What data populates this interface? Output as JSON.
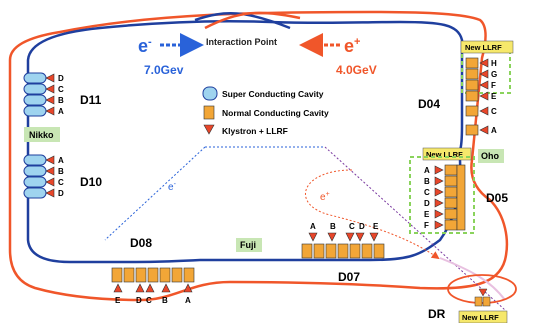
{
  "beams": {
    "electron": {
      "symbol": "e",
      "sup": "-",
      "energy": "7.0Gev",
      "color": "#2962d9"
    },
    "positron": {
      "symbol": "e",
      "sup": "+",
      "energy": "4.0GeV",
      "color": "#f0562a"
    }
  },
  "interaction_point": "Interaction Point",
  "sections": {
    "d11": "D11",
    "d10": "D10",
    "d08": "D08",
    "d07": "D07",
    "d04": "D04",
    "d05": "D05",
    "dr": "DR"
  },
  "stations": {
    "nikko": "Nikko",
    "fuji": "Fuji",
    "oho": "Oho"
  },
  "legend": {
    "sc_cavity": "Super Conducting Cavity",
    "nc_cavity": "Normal Conducting Cavity",
    "klystron": "Klystron + LLRF"
  },
  "new_llrf": "New LLRF",
  "slash_e_minus": {
    "symbol": "e",
    "sup": "-"
  },
  "slash_e_plus": {
    "symbol": "e",
    "sup": "+"
  },
  "d11_letters": [
    "D",
    "C",
    "B",
    "A"
  ],
  "d10_letters": [
    "A",
    "B",
    "C",
    "D"
  ],
  "d08_letters": [
    "E",
    "D",
    "C",
    "B",
    "A"
  ],
  "d07_letters": [
    "A",
    "B",
    "C",
    "D",
    "E"
  ],
  "d05_letters": [
    "A",
    "B",
    "C",
    "D",
    "E",
    "F"
  ],
  "oho_letters": [
    "H",
    "G",
    "F",
    "E",
    "C",
    "A"
  ],
  "colors": {
    "her_ring": "#1f3f9e",
    "ler_ring": "#f0562a",
    "sc_fill": "#9fd4ef",
    "nc_fill": "#f2a637",
    "klystron": "#e8462a",
    "label_box": "#c8e6b4",
    "new_llrf_box": "#f6e86b",
    "dashed_box": "#8ad35c"
  }
}
